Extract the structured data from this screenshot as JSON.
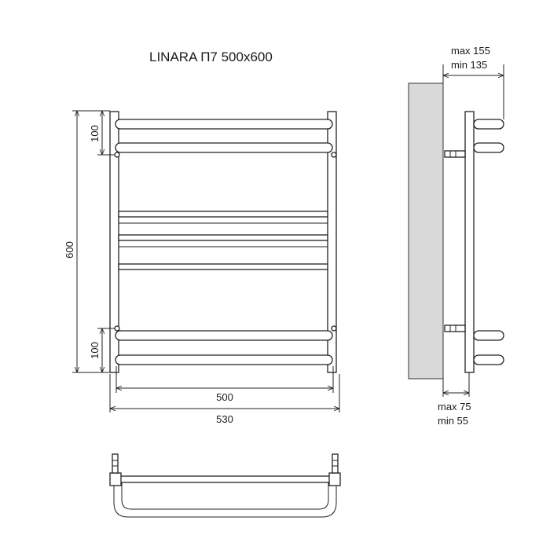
{
  "title": "LINARA П7 500x600",
  "front_view": {
    "dim_height": "600",
    "dim_top_gap": "100",
    "dim_bottom_gap": "100",
    "dim_inner_width": "500",
    "dim_outer_width": "530"
  },
  "side_view": {
    "depth_max": "max 155",
    "depth_min": "min 135",
    "wall_max": "max 75",
    "wall_min": "min 55"
  }
}
